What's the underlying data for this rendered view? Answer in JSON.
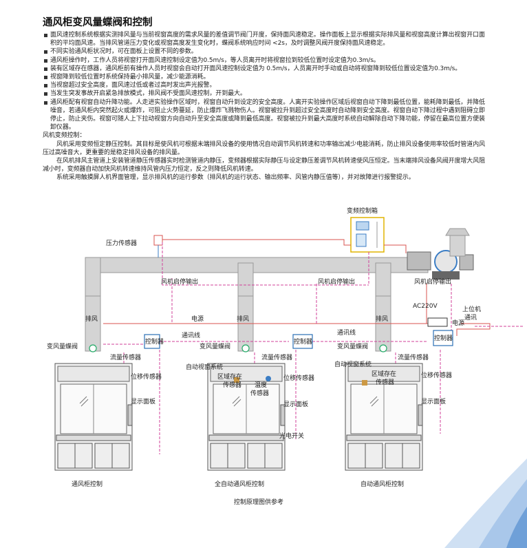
{
  "title": "通风柜变风量蝶阀和控制",
  "paragraphs": [
    {
      "bullet": true,
      "text": "面风速控制系统根据实测排风量与当前视窗高度的需求风量的差值调节阀门开度，保持面风速稳定。操作面板上显示根据实际排风量和视窗高度计算出视窗开口面积的平均面风速。当排风管道压力变化或视窗高度发生变化时，蝶阀系统响应时间 <2s，及时调整风阀开度保持面风速稳定。"
    },
    {
      "bullet": true,
      "text": "不同实验通风柜状况时，可在面板上设置不同的参数。"
    },
    {
      "bullet": true,
      "text": "通风柜操作时，工作人员将视窗打开面风速控制设定值为0.5m/s，等人员离开时将视窗拉到较低位置时设定值为0.3m/s。"
    },
    {
      "bullet": true,
      "text": "装有区域存在感器，通风柜前有操作人员时视窗会自动打开面风速控制设定值为 0.5m/s，人员离开时手动或自动将视窗降到较低位置设定值为0.3m/s。"
    },
    {
      "bullet": true,
      "text": "视窗降到较低位置时系统保持最小排风量，减少能源消耗。"
    },
    {
      "bullet": true,
      "text": "当视窗超过安全高度，面风速过低或者过高时发出声光报警。"
    },
    {
      "bullet": true,
      "text": "当发生突发事故开启紧急排放模式，排风阀不受面风速控制，开到最大。"
    },
    {
      "bullet": true,
      "text": "通风柜配有视窗自动升降功能。人走进实验操作区域时，视窗自动升到设定的安全高度。人离开实验操作区域后视窗自动下降到最低位置，能耗降到最低，并降低噪音，若通风柜内突然起火或爆炸，可阻止火势蔓延，防止爆炸飞溅物伤人。视窗被拉升到超过安全高度时自动降到安全高度。视窗自动下降过程中遇到阻碍立即停止，防止夹伤。视窗可随人上下拉动视窗方向自动升至安全高度或降到最低高度。视窗被拉升到最大高度时系统自动解除自动下降功能，停留在最高位置方便装卸仪器。"
    },
    {
      "bullet": false,
      "indent": false,
      "text": "风机变频控制："
    },
    {
      "bullet": false,
      "indent": true,
      "text": "风机采用变频恒定静压控制。其目标是使风机可根据末端排风设备的使用情况自动调节风机转速和功率输出减少电能消耗，防止排风设备使用率较低时管道内风压过高噪音大，更重要的是稳定排风设备的排风量。"
    },
    {
      "bullet": false,
      "indent": true,
      "text": "在风机排风主管道上安装管道静压传感器实时检测管道内静压，变频器根据实际静压与设定静压差调节风机转速使风压恒定。当末端排风设备风阀开度增大风阻减小时，变频器自动加快风机转速维持风管内压力恒定，反之则降低风机转速。"
    },
    {
      "bullet": false,
      "indent": true,
      "text": "系统采用触摸屏人机界面管理，显示排风机的运行参数（排风机的运行状态、输出频率、风管内静压值等），并对故障进行报警提示。"
    }
  ],
  "diagram": {
    "labels": {
      "vfd_box": "变频控制箱",
      "pressure_sensor": "压力传感器",
      "fan_start_stop_1": "风机启停输出",
      "fan_start_stop_2": "风机启停输出",
      "fan_start_stop_3": "风机启停输出",
      "ac220v": "AC220V",
      "power_1": "电源",
      "power_2": "电源",
      "upper_pc": "上位机",
      "comm": "通讯",
      "comm_line_1": "通讯线",
      "comm_line_2": "通讯线",
      "exhaust_1": "排风",
      "exhaust_2": "排风",
      "exhaust_3": "排风",
      "vav_1": "变风量蝶阀",
      "vav_2": "变风量蝶阀",
      "vav_3": "变风量蝶阀",
      "controller_1": "控制器",
      "controller_2": "控制器",
      "controller_3": "控制器",
      "flow_sensor_1": "流量传感器",
      "flow_sensor_2": "流量传感器",
      "flow_sensor_3": "流量传感器",
      "position_sensor_1": "位移传感器",
      "position_sensor_2": "位移传感器",
      "position_sensor_3": "位移传感器",
      "display_1": "显示面板",
      "display_2": "显示面板",
      "display_3": "显示面板",
      "auto_window_1": "自动视窗系统",
      "auto_window_2": "自动视窗系统",
      "zone_sensor_1a": "区域存在",
      "zone_sensor_1b": "传感器",
      "zone_sensor_2a": "区域存在",
      "zone_sensor_2b": "传感器",
      "temp_sensor_a": "温度",
      "temp_sensor_b": "传感器",
      "photo_switch": "光电开关",
      "cabinet_1": "通风柜控制",
      "cabinet_2": "全自动通风柜控制",
      "cabinet_3": "自动通风柜控制",
      "caption": "控制原理图供参考"
    },
    "colors": {
      "duct": "#c8c8c8",
      "power_line": "#d9534f",
      "signal_line": "#d0409a",
      "controller": "#2a6fb5",
      "accent_blue": "#3b7dc4"
    }
  }
}
